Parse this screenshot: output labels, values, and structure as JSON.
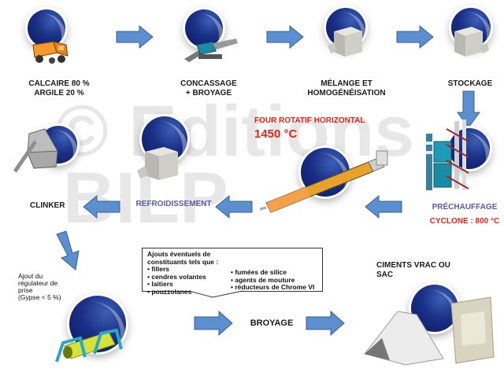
{
  "watermark": {
    "line1": "© Editions",
    "line2": "BILP"
  },
  "steps": {
    "raw_materials": {
      "line1": "CALCAIRE 80 %",
      "line2": "ARGILE 20 %",
      "icon": "dump-truck-icon"
    },
    "crushing": {
      "line1": "CONCASSAGE",
      "line2": "+ BROYAGE",
      "icon": "crusher-icon"
    },
    "mixing": {
      "line1": "MÉLANGE ET",
      "line2": "HOMOGÉNÉISATION",
      "icon": "silo-block-icon"
    },
    "storage": {
      "line1": "STOCKAGE",
      "icon": "storage-block-icon"
    },
    "preheating": {
      "line1": "PRÉCHAUFFAGE",
      "line2": "CYCLONE : 800 °C",
      "icon": "cyclone-tower-icon"
    },
    "kiln": {
      "line1": "FOUR ROTATIF HORIZONTAL",
      "line2": "1450 °C",
      "icon": "rotary-kiln-icon"
    },
    "cooling": {
      "line1": "REFROIDISSEMENT",
      "icon": "cooler-icon"
    },
    "clinker": {
      "line1": "CLINKER",
      "icon": "hopper-icon"
    },
    "regulator": {
      "line1": "Ajout du",
      "line2": "régulateur de",
      "line3": "prise",
      "line4": "(Gypse < 5 %)",
      "icon": "ball-mill-icon"
    },
    "grinding": {
      "line1": "BROYAGE"
    },
    "cement": {
      "line1": "CIMENTS VRAC OU",
      "line2": "SAC",
      "icon": "cement-bag-icon"
    }
  },
  "additions": {
    "heading1": "Ajouts éventuels de",
    "heading2": "constituants tels que :",
    "col1": [
      "• fillers",
      "• cendres volantes",
      "• laitiers",
      "• pouzzolanes"
    ],
    "col2": [
      "• fumées de silice",
      "• agents de mouture",
      "• réducteurs de Chrome VI"
    ]
  },
  "colors": {
    "arrow": "#5b8fcf",
    "arrow_stroke": "#3b5f8f",
    "disc": "#1a2f86",
    "red_label": "#e0261b",
    "purple_label": "#5b5aa6"
  }
}
